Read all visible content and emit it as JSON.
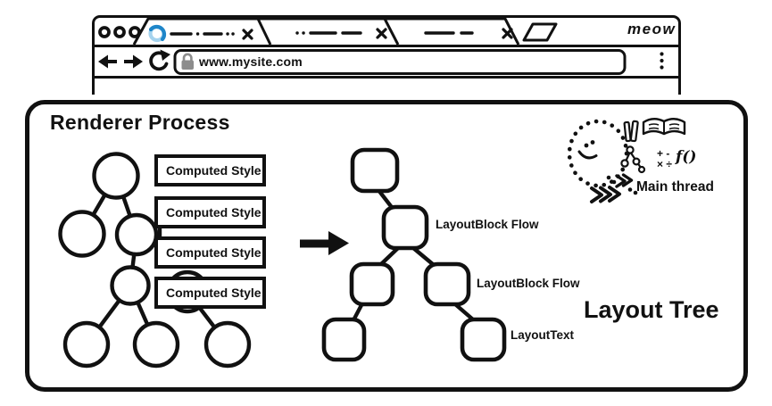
{
  "browser": {
    "brand": "meow",
    "url_bar": {
      "url": "www.mysite.com",
      "lock_icon": "padlock"
    },
    "tabs": {
      "count": 3,
      "active_tab_favicon": "loading-spinner"
    },
    "toolbar_icons": [
      "back-arrow",
      "forward-arrow",
      "reload"
    ],
    "menu_icon": "kebab-dots",
    "new_tab_icon": "parallelogram",
    "colors": {
      "ink": "#111111",
      "spinner_blue": "#1f86c9",
      "spinner_light_blue": "#a5d3ee",
      "lock_gray": "#8d8d8d"
    }
  },
  "renderer": {
    "title": "Renderer Process",
    "computed_style_boxes": [
      "Computed Style",
      "Computed Style",
      "Computed Style",
      "Computed Style"
    ],
    "arrow_icon": "right-arrow",
    "layout_tree": {
      "title": "Layout Tree",
      "node_labels": [
        "LayoutBlock Flow",
        "LayoutBlock Flow",
        "LayoutText"
      ]
    },
    "main_thread": {
      "label": "Main thread",
      "math_symbols_row1": "+ -",
      "math_symbols_row2": "× ÷",
      "function_symbol": "f()"
    }
  }
}
